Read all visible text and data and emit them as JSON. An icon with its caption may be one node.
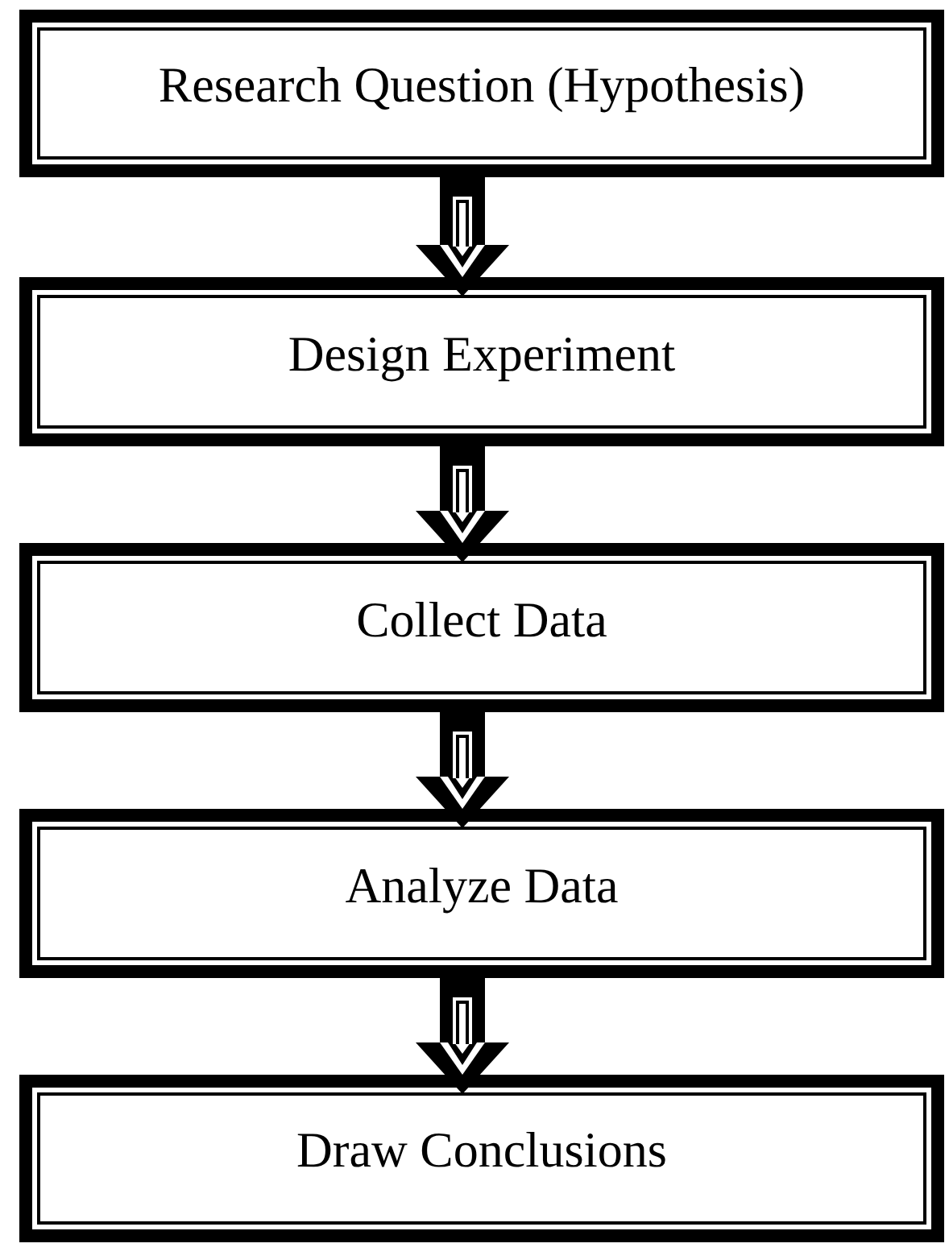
{
  "diagram": {
    "nodes": [
      {
        "text": [
          "Research Question (Hypothesis)"
        ]
      },
      {
        "text": [
          "Design Experiment"
        ]
      },
      {
        "text": [
          "Collect Data"
        ]
      },
      {
        "text": [
          "Analyze Data"
        ]
      },
      {
        "text": [
          "Draw Conclusions"
        ]
      }
    ],
    "edges": [
      {
        "from": 0,
        "to": 1,
        "arrow": "to"
      },
      {
        "from": 1,
        "to": 2,
        "arrow": "to"
      },
      {
        "from": 2,
        "to": 3,
        "arrow": "to"
      },
      {
        "from": 3,
        "to": 4,
        "arrow": "to"
      }
    ]
  }
}
